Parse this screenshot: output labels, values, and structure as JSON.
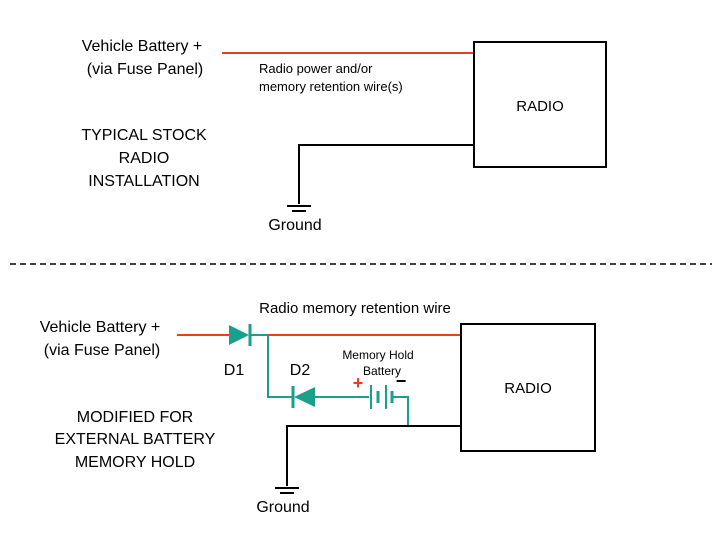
{
  "colors": {
    "power_wire": "#e8401c",
    "diode_and_battery": "#1aa08a",
    "wire": "#000000",
    "divider": "#000000",
    "battery_plus_sign": "#e8401c"
  },
  "top": {
    "supply_label": [
      "Vehicle Battery +",
      "(via Fuse Panel)"
    ],
    "wire_label": [
      "Radio power and/or",
      "memory retention wire(s)"
    ],
    "radio_label": "RADIO",
    "title": [
      "TYPICAL STOCK",
      "RADIO",
      "INSTALLATION"
    ],
    "ground_label": "Ground"
  },
  "bottom": {
    "wire_label": "Radio memory retention wire",
    "supply_label": [
      "Vehicle Battery +",
      "(via Fuse Panel)"
    ],
    "d1_label": "D1",
    "d2_label": "D2",
    "battery_label": [
      "Memory Hold",
      "Battery"
    ],
    "battery_plus": "+",
    "battery_minus": "−",
    "radio_label": "RADIO",
    "title": [
      "MODIFIED FOR",
      "EXTERNAL BATTERY",
      "MEMORY HOLD"
    ],
    "ground_label": "Ground"
  }
}
